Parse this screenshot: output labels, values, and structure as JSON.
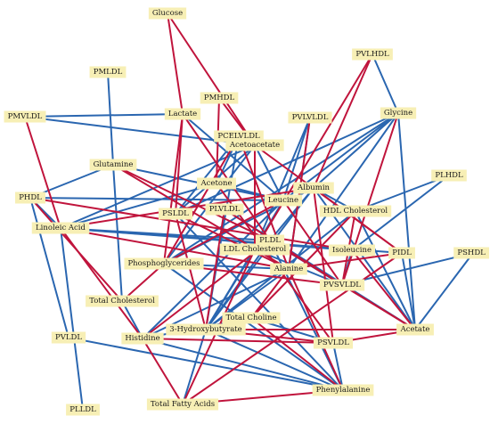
{
  "colors": {
    "positive": "#c0143c",
    "negative": "#2a66b0",
    "node": "#f7efb5"
  },
  "nodes": [
    {
      "id": "glucose",
      "label": "Glucose"
    },
    {
      "id": "pvlhdl",
      "label": "PVLHDL"
    },
    {
      "id": "pmldl",
      "label": "PMLDL"
    },
    {
      "id": "pmhdl",
      "label": "PMHDL"
    },
    {
      "id": "pmvldl",
      "label": "PMVLDL"
    },
    {
      "id": "lactate",
      "label": "Lactate"
    },
    {
      "id": "pvlvldl",
      "label": "PVLVLDL"
    },
    {
      "id": "glycine",
      "label": "Glycine"
    },
    {
      "id": "pcelvldl",
      "label": "PCELVLDL"
    },
    {
      "id": "acetoacetate",
      "label": "Acetoacetate"
    },
    {
      "id": "glutamine",
      "label": "Glutamine"
    },
    {
      "id": "plhdl",
      "label": "PLHDL"
    },
    {
      "id": "acetone",
      "label": "Acetone"
    },
    {
      "id": "albumin",
      "label": "Albumin"
    },
    {
      "id": "phdl",
      "label": "PHDL"
    },
    {
      "id": "leucine",
      "label": "Leucine"
    },
    {
      "id": "psldl",
      "label": "PSLDL"
    },
    {
      "id": "plvldl",
      "label": "PLVLDL"
    },
    {
      "id": "hdlchol",
      "label": "HDL Cholesterol"
    },
    {
      "id": "linoleic",
      "label": "Linoleic Acid"
    },
    {
      "id": "pldl",
      "label": "PLDL"
    },
    {
      "id": "ldlchol",
      "label": "LDL Cholesterol"
    },
    {
      "id": "isoleucine",
      "label": "Isoleucine"
    },
    {
      "id": "pidl",
      "label": "PIDL"
    },
    {
      "id": "pshdl",
      "label": "PSHDL"
    },
    {
      "id": "phospho",
      "label": "Phosphoglycerides"
    },
    {
      "id": "alanine",
      "label": "Alanine"
    },
    {
      "id": "pvsvldl",
      "label": "PVSVLDL"
    },
    {
      "id": "totchol",
      "label": "Total Cholesterol"
    },
    {
      "id": "totcholine",
      "label": "Total Choline"
    },
    {
      "id": "hydroxy",
      "label": "3-Hydroxybutyrate"
    },
    {
      "id": "acetate",
      "label": "Acetate"
    },
    {
      "id": "pvldl",
      "label": "PVLDL"
    },
    {
      "id": "histidine",
      "label": "Histidine"
    },
    {
      "id": "psvldl",
      "label": "PSVLDL"
    },
    {
      "id": "phenylalanine",
      "label": "Phenylalanine"
    },
    {
      "id": "totfatty",
      "label": "Total Fatty Acids"
    },
    {
      "id": "plldl",
      "label": "PLLDL"
    }
  ],
  "edges": {
    "positive": [
      [
        "glucose",
        "lactate"
      ],
      [
        "glucose",
        "acetoacetate"
      ],
      [
        "pvlhdl",
        "albumin"
      ],
      [
        "pvlhdl",
        "ldlchol"
      ],
      [
        "pmhdl",
        "acetoacetate"
      ],
      [
        "pmhdl",
        "acetone"
      ],
      [
        "pmvldl",
        "linoleic"
      ],
      [
        "lactate",
        "phospho"
      ],
      [
        "lactate",
        "psldl"
      ],
      [
        "lactate",
        "pldl"
      ],
      [
        "pcelvldl",
        "phospho"
      ],
      [
        "pcelvldl",
        "alanine"
      ],
      [
        "acetoacetate",
        "ldlchol"
      ],
      [
        "acetoacetate",
        "pidl"
      ],
      [
        "glutamine",
        "pldl"
      ],
      [
        "glutamine",
        "alanine"
      ],
      [
        "phdl",
        "totchol"
      ],
      [
        "phdl",
        "isoleucine"
      ],
      [
        "linoleic",
        "histidine"
      ],
      [
        "linoleic",
        "albumin"
      ],
      [
        "linoleic",
        "alanine"
      ],
      [
        "psldl",
        "hydroxy"
      ],
      [
        "psldl",
        "alanine"
      ],
      [
        "plvldl",
        "pvsvldl"
      ],
      [
        "plvldl",
        "hydroxy"
      ],
      [
        "leucine",
        "phospho"
      ],
      [
        "leucine",
        "pvsvldl"
      ],
      [
        "albumin",
        "pidl"
      ],
      [
        "albumin",
        "psvldl"
      ],
      [
        "hdlchol",
        "pvsvldl"
      ],
      [
        "hdlchol",
        "totcholine"
      ],
      [
        "pldl",
        "acetate"
      ],
      [
        "pldl",
        "histidine"
      ],
      [
        "alanine",
        "pidl"
      ],
      [
        "alanine",
        "totcholine"
      ],
      [
        "alanine",
        "phenylalanine"
      ],
      [
        "isoleucine",
        "acetate"
      ],
      [
        "pvsvldl",
        "acetate"
      ],
      [
        "phospho",
        "pvsvldl"
      ],
      [
        "phospho",
        "totchol"
      ],
      [
        "totcholine",
        "phenylalanine"
      ],
      [
        "hydroxy",
        "psvldl"
      ],
      [
        "hydroxy",
        "acetate"
      ],
      [
        "histidine",
        "psvldl"
      ],
      [
        "histidine",
        "totfatty"
      ],
      [
        "phenylalanine",
        "totfatty"
      ],
      [
        "pvlvldl",
        "alanine"
      ],
      [
        "glycine",
        "pvsvldl"
      ],
      [
        "acetone",
        "psvldl"
      ],
      [
        "ldlchol",
        "totfatty"
      ],
      [
        "pidl",
        "totfatty"
      ],
      [
        "psvldl",
        "acetate"
      ]
    ],
    "negative": [
      [
        "pvlhdl",
        "glycine"
      ],
      [
        "pmldl",
        "glutamine"
      ],
      [
        "pmvldl",
        "lactate"
      ],
      [
        "pmvldl",
        "acetoacetate"
      ],
      [
        "lactate",
        "leucine"
      ],
      [
        "pcelvldl",
        "acetone"
      ],
      [
        "pcelvldl",
        "psldl"
      ],
      [
        "pvlvldl",
        "leucine"
      ],
      [
        "pvlvldl",
        "alanine"
      ],
      [
        "pvlvldl",
        "ldlchol"
      ],
      [
        "glycine",
        "albumin"
      ],
      [
        "glycine",
        "leucine"
      ],
      [
        "glycine",
        "acetate"
      ],
      [
        "glycine",
        "alanine"
      ],
      [
        "glycine",
        "phospho"
      ],
      [
        "acetoacetate",
        "leucine"
      ],
      [
        "acetoacetate",
        "linoleic"
      ],
      [
        "acetoacetate",
        "phospho"
      ],
      [
        "glutamine",
        "leucine"
      ],
      [
        "glutamine",
        "totchol"
      ],
      [
        "glutamine",
        "phdl"
      ],
      [
        "plhdl",
        "isoleucine"
      ],
      [
        "plhdl",
        "hdlchol"
      ],
      [
        "acetone",
        "leucine"
      ],
      [
        "acetone",
        "linoleic"
      ],
      [
        "albumin",
        "hdlchol"
      ],
      [
        "albumin",
        "acetate"
      ],
      [
        "albumin",
        "pldl"
      ],
      [
        "albumin",
        "hydroxy"
      ],
      [
        "albumin",
        "phospho"
      ],
      [
        "phdl",
        "linoleic"
      ],
      [
        "phdl",
        "pvldl"
      ],
      [
        "phdl",
        "leucine"
      ],
      [
        "leucine",
        "hydroxy"
      ],
      [
        "leucine",
        "ldlchol"
      ],
      [
        "leucine",
        "histidine"
      ],
      [
        "psldl",
        "phenylalanine"
      ],
      [
        "plvldl",
        "acetate"
      ],
      [
        "hdlchol",
        "acetate"
      ],
      [
        "hdlchol",
        "hydroxy"
      ],
      [
        "linoleic",
        "pldl"
      ],
      [
        "linoleic",
        "isoleucine"
      ],
      [
        "linoleic",
        "plldl"
      ],
      [
        "linoleic",
        "pidl"
      ],
      [
        "pldl",
        "phenylalanine"
      ],
      [
        "pldl",
        "hydroxy"
      ],
      [
        "ldlchol",
        "pvsvldl"
      ],
      [
        "ldlchol",
        "hydroxy"
      ],
      [
        "isoleucine",
        "pvsvldl"
      ],
      [
        "pidl",
        "acetate"
      ],
      [
        "pshdl",
        "acetate"
      ],
      [
        "pshdl",
        "pvsvldl"
      ],
      [
        "phospho",
        "alanine"
      ],
      [
        "phospho",
        "phenylalanine"
      ],
      [
        "alanine",
        "hydroxy"
      ],
      [
        "alanine",
        "histidine"
      ],
      [
        "totchol",
        "histidine"
      ],
      [
        "histidine",
        "phenylalanine"
      ],
      [
        "histidine",
        "totcholine"
      ],
      [
        "hydroxy",
        "phenylalanine"
      ],
      [
        "totcholine",
        "psvldl"
      ],
      [
        "psvldl",
        "phenylalanine"
      ],
      [
        "pvldl",
        "phenylalanine"
      ],
      [
        "totfatty",
        "hydroxy"
      ],
      [
        "pcelvldl",
        "hydroxy"
      ],
      [
        "pvsvldl",
        "pldl"
      ],
      [
        "glycine",
        "psldl"
      ],
      [
        "acetoacetate",
        "psldl"
      ]
    ]
  }
}
